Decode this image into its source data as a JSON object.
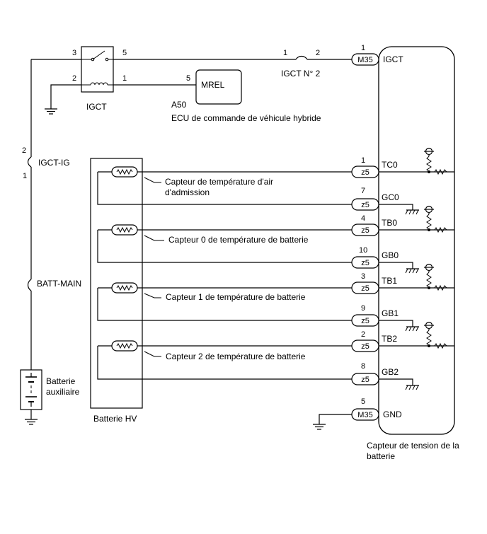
{
  "relay": {
    "name": "IGCT",
    "pins": {
      "p3": "3",
      "p5": "5",
      "p2": "2",
      "p1": "1"
    }
  },
  "mrel": {
    "label": "MREL",
    "pin": "5",
    "code": "A50",
    "ecu": "ECU de commande de véhicule hybride"
  },
  "fuse_igct2": {
    "name": "IGCT N° 2",
    "pin_left": "1",
    "pin_right": "2"
  },
  "fuse_igctig": {
    "name": "IGCT-IG",
    "pin_top": "2",
    "pin_bottom": "1"
  },
  "fuse_battmain": {
    "name": "BATT-MAIN"
  },
  "aux_battery": {
    "line1": "Batterie",
    "line2": "auxiliaire"
  },
  "hv_battery": {
    "label": "Batterie HV"
  },
  "sensor_unit": {
    "line1": "Capteur de tension de la",
    "line2": "batterie"
  },
  "sensors": {
    "intake_line1": "Capteur de température d'air",
    "intake_line2": "d'admission",
    "s0": "Capteur 0 de température de batterie",
    "s1": "Capteur 1 de température de batterie",
    "s2": "Capteur 2 de température de batterie"
  },
  "terminals": {
    "igct": {
      "pin": "1",
      "conn": "M35",
      "name": "IGCT"
    },
    "tc0": {
      "pin": "1",
      "conn": "z5",
      "name": "TC0"
    },
    "gc0": {
      "pin": "7",
      "conn": "z5",
      "name": "GC0"
    },
    "tb0": {
      "pin": "4",
      "conn": "z5",
      "name": "TB0"
    },
    "gb0": {
      "pin": "10",
      "conn": "z5",
      "name": "GB0"
    },
    "tb1": {
      "pin": "3",
      "conn": "z5",
      "name": "TB1"
    },
    "gb1": {
      "pin": "9",
      "conn": "z5",
      "name": "GB1"
    },
    "tb2": {
      "pin": "2",
      "conn": "z5",
      "name": "TB2"
    },
    "gb2": {
      "pin": "8",
      "conn": "z5",
      "name": "GB2"
    },
    "gnd": {
      "pin": "5",
      "conn": "M35",
      "name": "GND"
    }
  }
}
